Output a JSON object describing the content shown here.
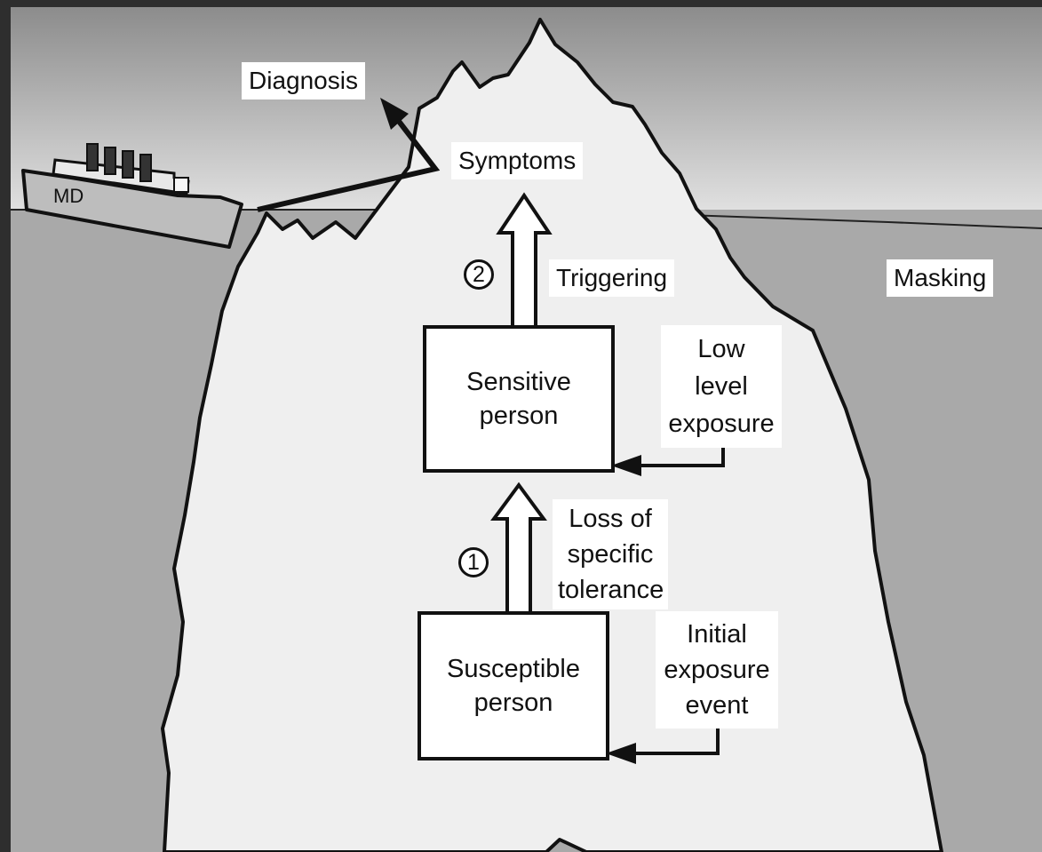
{
  "ship": {
    "label": "MD"
  },
  "labels": {
    "diagnosis": "Diagnosis",
    "symptoms": "Symptoms",
    "triggering": "Triggering",
    "masking": "Masking",
    "loss_of_tolerance": [
      "Loss of",
      "specific",
      "tolerance"
    ],
    "low_level_exposure": [
      "Low",
      "level",
      "exposure"
    ],
    "initial_exposure_event": [
      "Initial",
      "exposure",
      "event"
    ]
  },
  "boxes": {
    "sensitive_person": [
      "Sensitive",
      "person"
    ],
    "susceptible_person": [
      "Susceptible",
      "person"
    ]
  },
  "steps": {
    "one": "1",
    "two": "2"
  },
  "colors": {
    "sky_top": "#8c8c8c",
    "sky_bottom": "#e8e8e8",
    "sea": "#a9a9a9",
    "iceberg": "#efefef",
    "outline": "#111111",
    "frame": "#2e2e2e"
  }
}
